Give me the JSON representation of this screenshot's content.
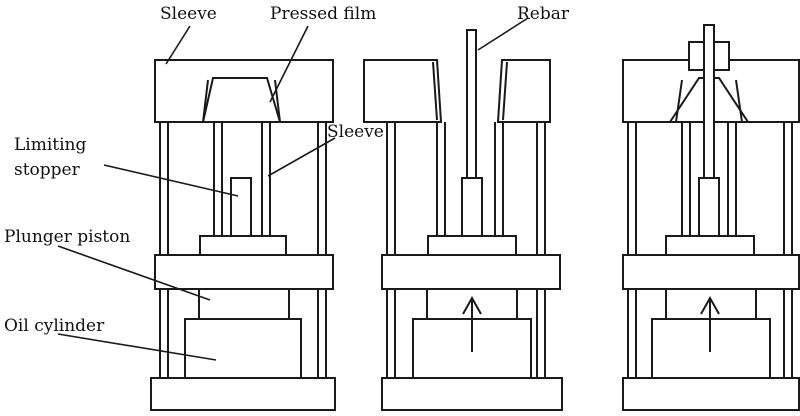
{
  "labels": {
    "sleeve_top": "Sleeve",
    "pressed_film": "Pressed film",
    "rebar": "Rebar",
    "limiting_stopper_1": "Limiting",
    "limiting_stopper_2": "stopper",
    "sleeve_middle": "Sleeve",
    "plunger_piston": "Plunger piston",
    "oil_cylinder": "Oil cylinder"
  }
}
